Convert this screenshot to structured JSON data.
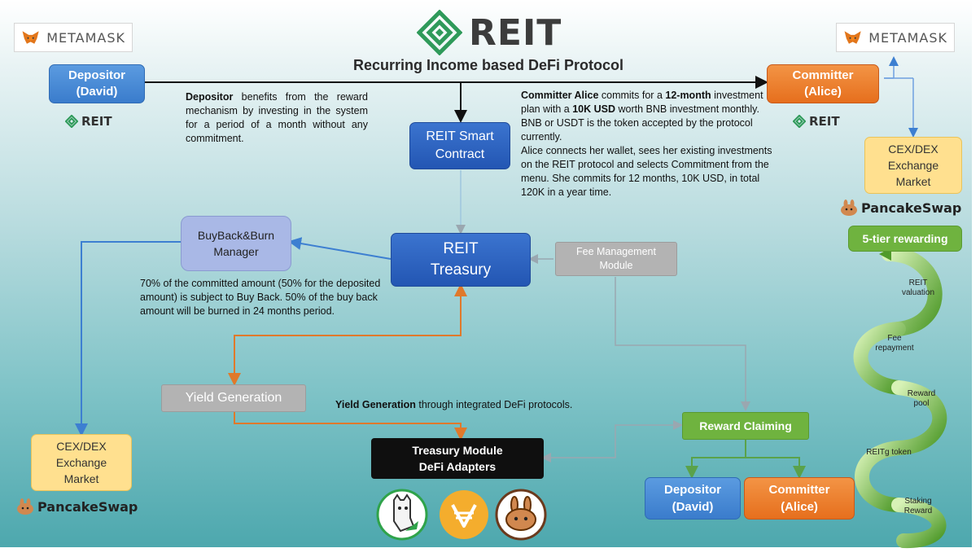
{
  "header": {
    "title": "REIT",
    "subtitle": "Recurring Income based DeFi Protocol"
  },
  "metamask_left": {
    "label": "METAMASK"
  },
  "metamask_right": {
    "label": "METAMASK"
  },
  "depositor_top": {
    "line1": "Depositor",
    "line2": "(David)"
  },
  "committer_top": {
    "line1": "Committer",
    "line2": "(Alice)"
  },
  "reit_badge": {
    "label": "REIT"
  },
  "depositor_note": {
    "bold": "Depositor",
    "text": " benefits from the reward mechanism by investing in the system for a period of a month without any commitment."
  },
  "committer_note": {
    "p1_bold": "Committer Alice",
    "p1_a": " commits for a ",
    "p1_bold2": "12-month",
    "p1_b": " investment plan with a ",
    "p1_bold3": "10K USD",
    "p1_c": " worth BNB investment monthly. BNB or USDT is the token accepted by the protocol currently.",
    "p2": "Alice connects her wallet, sees her existing investments on the REIT protocol and selects Commitment from the menu. She commits for 12 months, 10K USD, in total 120K in a year time."
  },
  "smart_contract": {
    "line1": "REIT Smart",
    "line2": "Contract"
  },
  "treasury": {
    "line1": "REIT",
    "line2": "Treasury"
  },
  "buyback": {
    "line1": "BuyBack&Burn",
    "line2": "Manager"
  },
  "buyback_note": "70% of the committed amount (50% for the deposited amount) is subject to Buy Back. 50% of the buy back amount will be burned in 24 months period.",
  "fee_module": {
    "line1": "Fee Management",
    "line2": "Module"
  },
  "yield": {
    "label": "Yield Generation"
  },
  "yield_note": {
    "bold": "Yield Generation",
    "text": " through integrated DeFi protocols."
  },
  "adapters": {
    "line1": "Treasury Module",
    "line2": "DeFi Adapters"
  },
  "reward_claiming": {
    "label": "Reward Claiming"
  },
  "depositor_bottom": {
    "line1": "Depositor",
    "line2": "(David)"
  },
  "committer_bottom": {
    "line1": "Committer",
    "line2": "(Alice)"
  },
  "cex_right": {
    "line1": "CEX/DEX",
    "line2": "Exchange",
    "line3": "Market"
  },
  "cex_left": {
    "line1": "CEX/DEX",
    "line2": "Exchange",
    "line3": "Market"
  },
  "pancake_right": {
    "label": "PancakeSwap"
  },
  "pancake_left": {
    "label": "PancakeSwap"
  },
  "tier": {
    "title": "5-tier rewarding",
    "steps": [
      {
        "line1": "REIT",
        "line2": "valuation"
      },
      {
        "line1": "Fee",
        "line2": "repayment"
      },
      {
        "line1": "Reward",
        "line2": "pool"
      },
      {
        "line1": "REITg token",
        "line2": ""
      },
      {
        "line1": "Staking",
        "line2": "Reward"
      }
    ]
  },
  "colors": {
    "blue": "#3a7ccc",
    "orange": "#e66f1d",
    "green": "#6fb33f",
    "teal_bg": "#7fc3c7"
  }
}
